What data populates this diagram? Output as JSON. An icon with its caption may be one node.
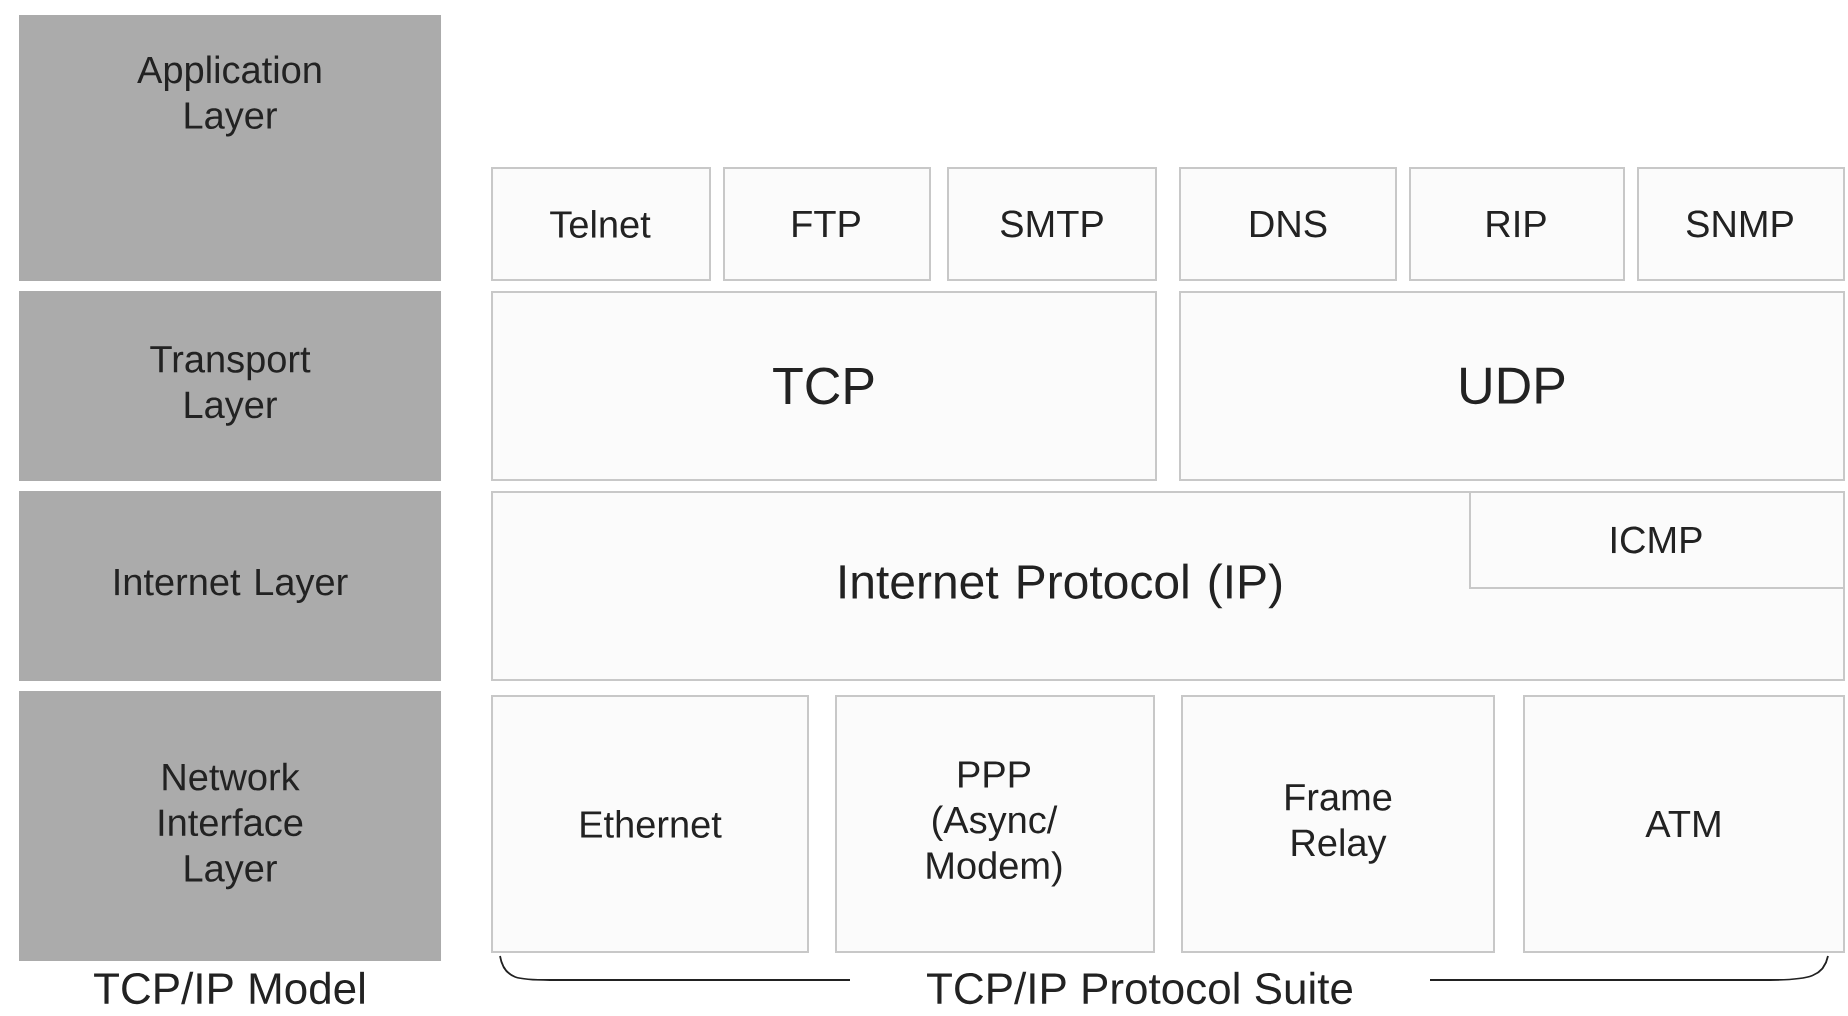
{
  "diagram": {
    "nodes": [
      {
        "text": [
          "Application Layer"
        ]
      },
      {
        "text": [
          "Transport Layer"
        ]
      },
      {
        "text": [
          "Internet Layer"
        ]
      },
      {
        "text": [
          "Network Interface Layer"
        ]
      },
      {
        "text": [
          "Telnet"
        ]
      },
      {
        "text": [
          "FTP"
        ]
      },
      {
        "text": [
          "SMTP"
        ]
      },
      {
        "text": [
          "DNS"
        ]
      },
      {
        "text": [
          "RIP"
        ]
      },
      {
        "text": [
          "SNMP"
        ]
      },
      {
        "text": [
          "TCP"
        ]
      },
      {
        "text": [
          "UDP"
        ]
      },
      {
        "text": [
          "Internet Protocol (IP)"
        ]
      },
      {
        "text": [
          "ICMP"
        ],
        "in": 12
      },
      {
        "text": [
          "Ethernet"
        ]
      },
      {
        "text": [
          "PPP (Async/ Modem)"
        ]
      },
      {
        "text": [
          "Frame Relay"
        ]
      },
      {
        "text": [
          "ATM"
        ]
      }
    ],
    "labels": [
      "TCP/IP Model",
      "TCP/IP Protocol Suite"
    ]
  }
}
